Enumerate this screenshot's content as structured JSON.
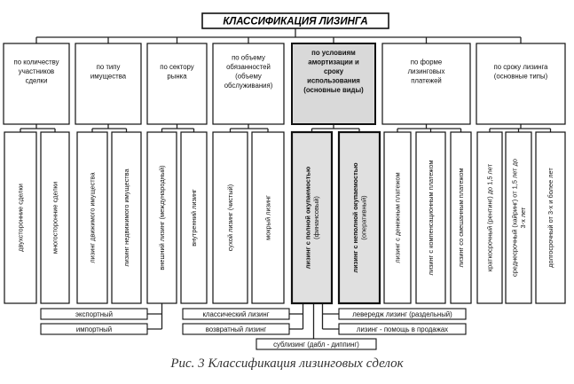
{
  "title": "КЛАССИФИКАЦИЯ ЛИЗИНГА",
  "caption": "Рис. 3 Классификация лизинговых сделок",
  "categories": [
    {
      "lines": [
        "по количеству",
        "участников",
        "сделки"
      ],
      "highlight": false,
      "leaves": [
        {
          "lines": [
            "двухсторонние сделки"
          ]
        },
        {
          "lines": [
            "многосторонние сделки"
          ]
        }
      ]
    },
    {
      "lines": [
        "по типу",
        "имущества"
      ],
      "highlight": false,
      "leaves": [
        {
          "lines": [
            "лизинг движимого имущества"
          ]
        },
        {
          "lines": [
            "лизинг недвижимого имущества"
          ]
        }
      ]
    },
    {
      "lines": [
        "по сектору",
        "рынка"
      ],
      "highlight": false,
      "leaves": [
        {
          "lines": [
            "внешний лизинг (международный)"
          ]
        },
        {
          "lines": [
            "внутренний лизинг"
          ]
        }
      ]
    },
    {
      "lines": [
        "по объему",
        "обязанностей",
        "(объему",
        "обслуживания)"
      ],
      "highlight": false,
      "leaves": [
        {
          "lines": [
            "сухой лизинг (чистый)"
          ]
        },
        {
          "lines": [
            "мокрый лизинг"
          ]
        }
      ]
    },
    {
      "lines": [
        "по условиям",
        "амортизации и",
        "сроку",
        "использования",
        "(основные виды)"
      ],
      "highlight": true,
      "leaves": [
        {
          "lines": [
            "лизинг с полной окупаемостью",
            "(финансовый)"
          ],
          "bold": true
        },
        {
          "lines": [
            "лизинг с неполной окупаемостью",
            "(оперативный)"
          ],
          "bold": true
        }
      ]
    },
    {
      "lines": [
        "по форме",
        "лизинговых",
        "платежей"
      ],
      "highlight": false,
      "leaves": [
        {
          "lines": [
            "лизинг с денежным платежом"
          ]
        },
        {
          "lines": [
            "лизинг с компенсационным платежом"
          ]
        },
        {
          "lines": [
            "лизинг со смешанным платежом"
          ]
        }
      ]
    },
    {
      "lines": [
        "по сроку  лизинга",
        "(основные типы)"
      ],
      "highlight": false,
      "leaves": [
        {
          "lines": [
            "краткосрочный (рентинг) до 1,5 лет"
          ]
        },
        {
          "lines": [
            "среднесрочный (хайринг)  от 1,5 лет до",
            "3-х лет"
          ]
        },
        {
          "lines": [
            "долгосрочный  от  3-х и более лет"
          ]
        }
      ]
    }
  ],
  "sub_boxes": {
    "export": "экспортный",
    "import": "импортный",
    "classic": "классический лизинг",
    "return": "возвратный лизинг",
    "sublease": "сублизинг (дабл - диппинг)",
    "leverage": "левередж лизинг (раздельный)",
    "help": "лизинг - помощь в продажах"
  }
}
